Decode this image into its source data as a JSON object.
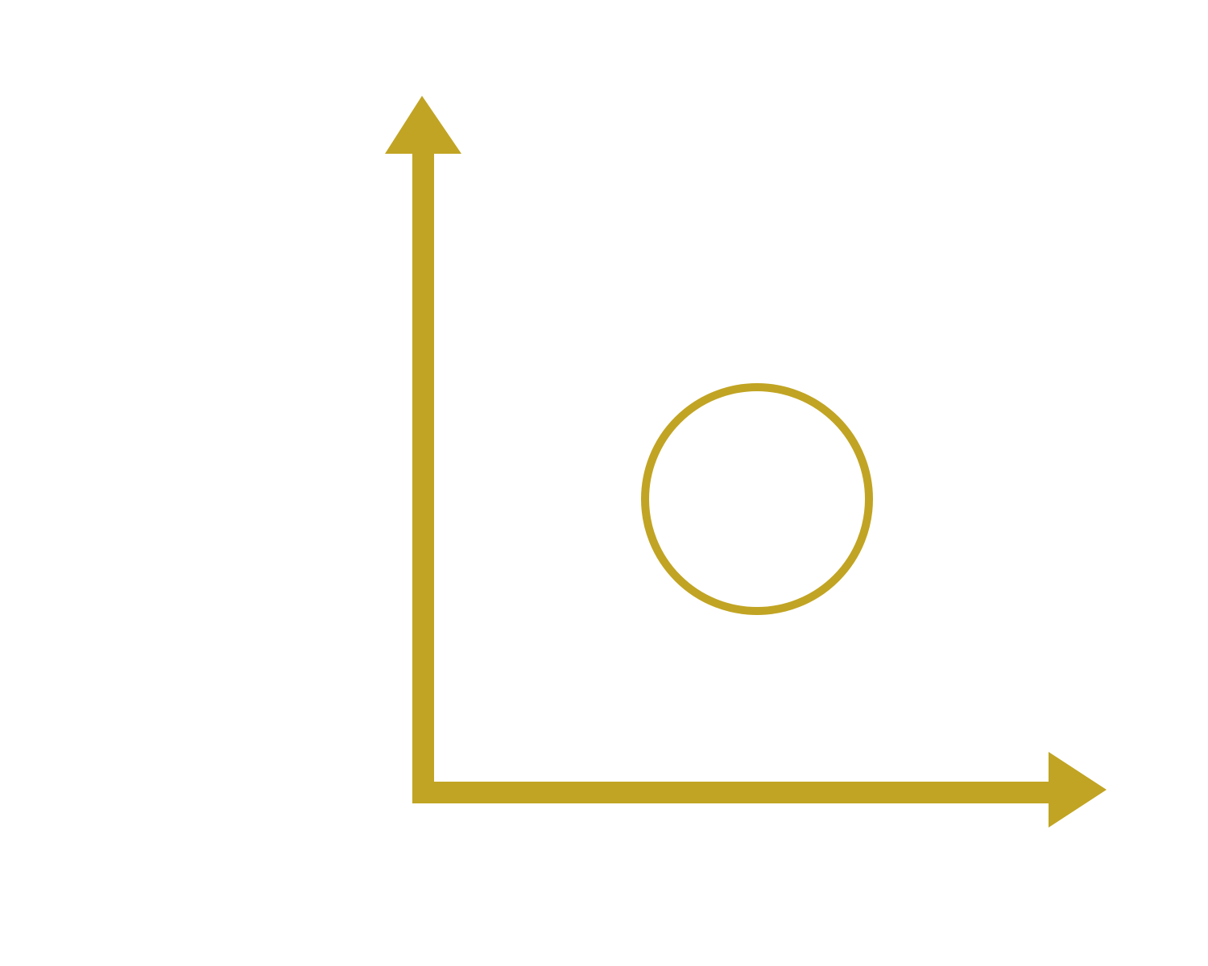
{
  "diagram": {
    "stroke_color": "#C1A423",
    "background_color": "#FFFFFF",
    "elements": [
      {
        "kind": "arrow",
        "direction": "up",
        "name": "y-axis-arrow"
      },
      {
        "kind": "arrow",
        "direction": "right",
        "name": "x-axis-arrow"
      },
      {
        "kind": "circle",
        "fill": "none",
        "name": "outlined-circle"
      }
    ]
  }
}
